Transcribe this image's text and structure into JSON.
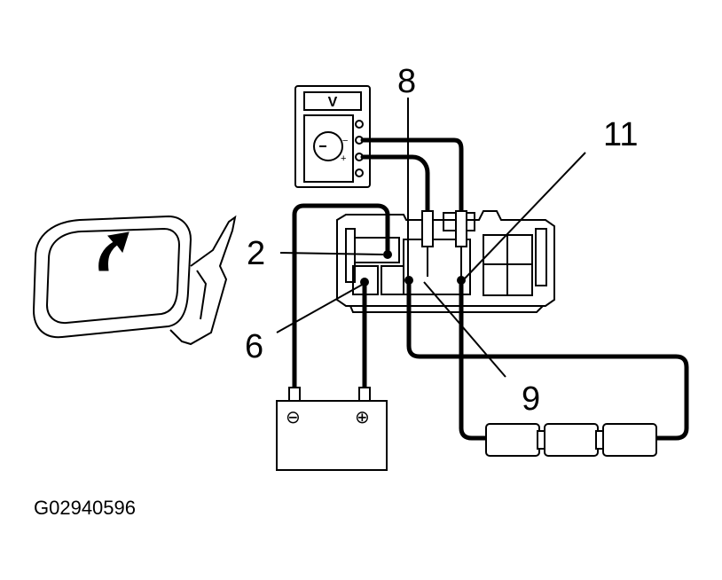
{
  "diagram": {
    "figure_code": "G02940596",
    "meter": {
      "display": "V",
      "minus_label": "−",
      "plus_label": "+"
    },
    "callouts": {
      "terminal_2": "2",
      "terminal_6": "6",
      "terminal_8": "8",
      "terminal_9": "9",
      "terminal_11": "11"
    },
    "battery": {
      "negative_symbol": "⊖",
      "positive_symbol": "⊕"
    }
  }
}
